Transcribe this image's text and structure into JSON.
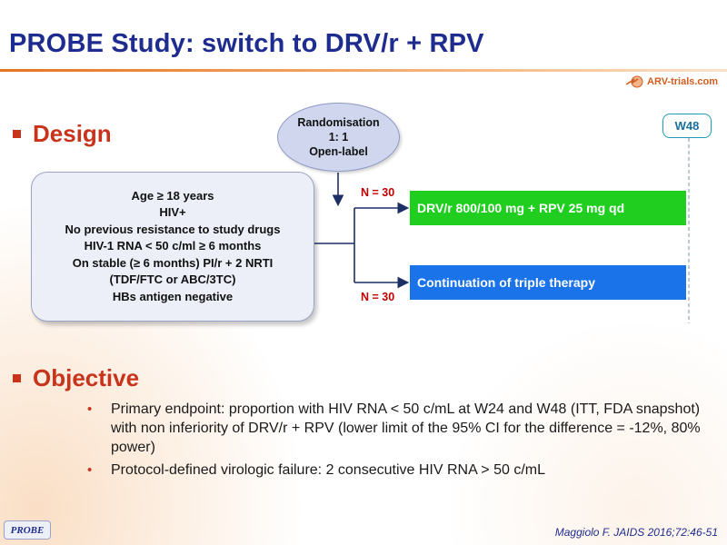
{
  "slide": {
    "title": "PROBE Study: switch to DRV/r + RPV"
  },
  "logo": {
    "text": "ARV-trials.com",
    "icon": "globe-arrow-logo-icon",
    "color": "#d25c1e"
  },
  "sections": {
    "design_label": "Design",
    "objective_label": "Objective"
  },
  "randomisation": {
    "line1": "Randomisation",
    "line2": "1: 1",
    "line3": "Open-label"
  },
  "criteria": [
    "Age ≥ 18 years",
    "HIV+",
    "No previous resistance to study drugs",
    "HIV-1 RNA < 50 c/ml ≥ 6 months",
    "On stable (≥ 6 months) PI/r + 2 NRTI",
    "(TDF/FTC or ABC/3TC)",
    "HBs antigen negative"
  ],
  "arms": [
    {
      "n_label": "N = 30",
      "label": "DRV/r 800/100 mg + RPV 25 mg qd",
      "color": "#1fce1f"
    },
    {
      "n_label": "N = 30",
      "label": "Continuation of triple therapy",
      "color": "#1a73e8"
    }
  ],
  "timepoint": {
    "label": "W48"
  },
  "objectives": [
    "Primary endpoint: proportion with HIV RNA < 50 c/mL at W24 and W48 (ITT, FDA snapshot) with non inferiority of DRV/r + RPV (lower limit of the 95% CI for the difference = -12%, 80% power)",
    "Protocol-defined virologic failure: 2 consecutive HIV RNA > 50 c/mL"
  ],
  "footer": {
    "study_tag": "PROBE",
    "citation": "Maggiolo F. JAIDS 2016;72:46-51"
  },
  "colors": {
    "title": "#1f2c8f",
    "accent": "#c8331c",
    "n_label": "#c00000"
  }
}
